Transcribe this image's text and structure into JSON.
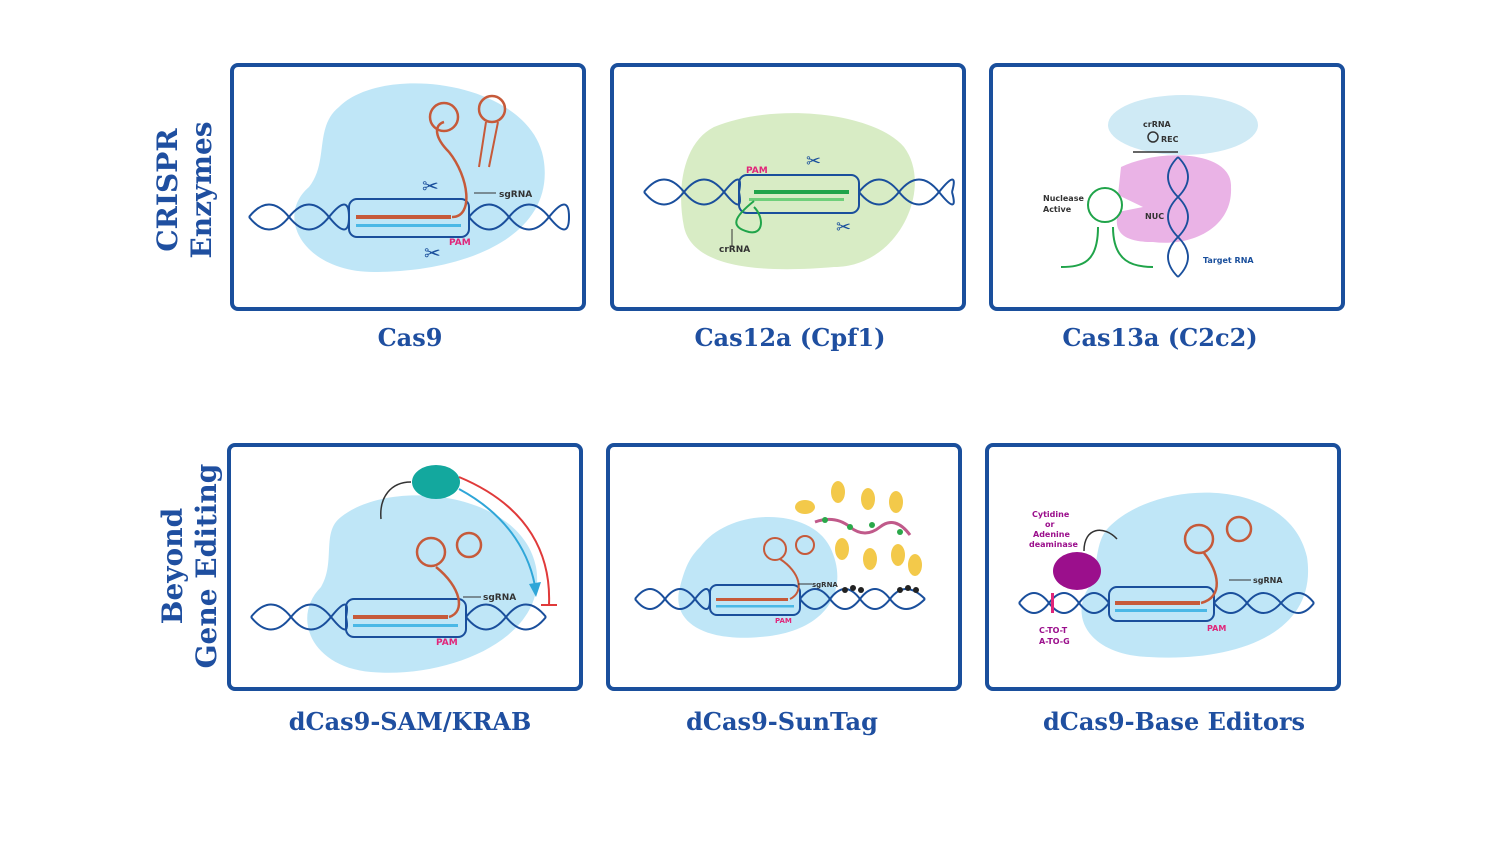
{
  "colors": {
    "frame": "#1a4f9c",
    "text": "#1f4fa0",
    "cas9_blob": "#bfe6f7",
    "cas12_blob": "#d8ecc5",
    "cas13_pink": "#eab3e6",
    "dna": "#1a4f9c",
    "guide_rna": "#c65a3a",
    "pam": "#e0267a",
    "activator": "#13a89e",
    "deaminase": "#9b0f8c",
    "suntag_antibody": "#f3c94a"
  },
  "rows": [
    {
      "label_line1": "CRISPR",
      "label_line2": "Enzymes"
    },
    {
      "label_line1": "Beyond",
      "label_line2": "Gene Editing"
    }
  ],
  "panels": [
    {
      "caption": "Cas9",
      "labels": {
        "sgrna": "sgRNA",
        "pam": "PAM"
      }
    },
    {
      "caption": "Cas12a (Cpf1)",
      "labels": {
        "pam": "PAM",
        "crrna": "crRNA"
      }
    },
    {
      "caption": "Cas13a (C2c2)",
      "labels": {
        "crrna": "crRNA",
        "rec": "REC",
        "nuclease1": "Nuclease",
        "nuclease2": "Active",
        "nuc": "NUC",
        "target": "Target RNA"
      }
    },
    {
      "caption": "dCas9-SAM/KRAB",
      "labels": {
        "sgrna": "sgRNA",
        "pam": "PAM"
      }
    },
    {
      "caption": "dCas9-SunTag",
      "labels": {
        "sgrna": "sgRNA",
        "pam": "PAM"
      }
    },
    {
      "caption": "dCas9-Base Editors",
      "labels": {
        "cyt1": "Cytidine",
        "cyt2": "or",
        "cyt3": "Adenine",
        "cyt4": "deaminase",
        "ct": "C-TO-T",
        "ag": "A-TO-G",
        "sgrna": "sgRNA",
        "pam": "PAM"
      }
    }
  ]
}
